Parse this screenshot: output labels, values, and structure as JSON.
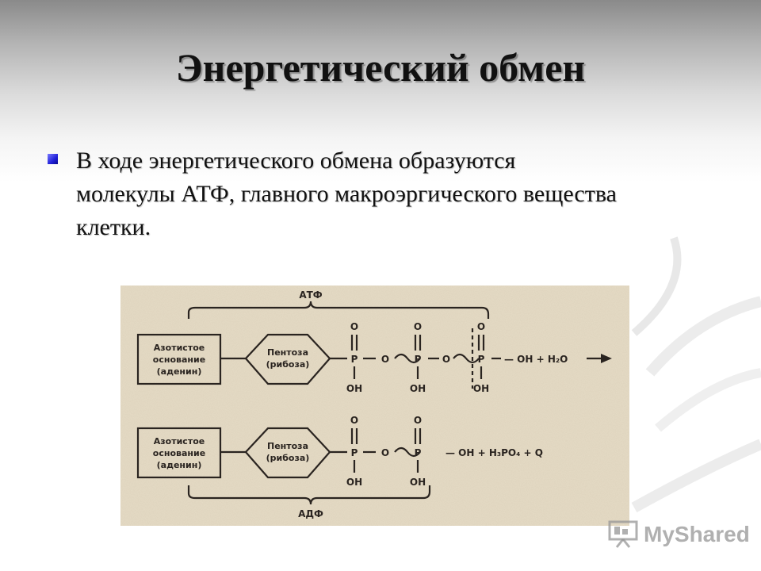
{
  "slide": {
    "title": "Энергетический обмен",
    "bullet": "В ходе энергетического обмена образуются молекулы АТФ, главного макроэргического вещества клетки."
  },
  "diagram": {
    "atp_label": "АТФ",
    "adp_label": "АДФ",
    "row1": {
      "base": [
        "Азотистое",
        "основание",
        "(аденин)"
      ],
      "sugar": [
        "Пентоза",
        "(рибоза)"
      ],
      "p1": "P",
      "p2": "P",
      "p3": "P",
      "o": "O",
      "oh": "OH",
      "bridge_o": "O",
      "bond_symbol": "~",
      "tail": "— OH + H₂O"
    },
    "row2": {
      "base": [
        "Азотистое",
        "основание",
        "(аденин)"
      ],
      "sugar": [
        "Пентоза",
        "(рибоза)"
      ],
      "p1": "P",
      "p2": "P",
      "o": "O",
      "oh": "OH",
      "bridge_o": "O",
      "bond_symbol": "~",
      "tail": "— OH + H₃PO₄ + Q"
    }
  },
  "watermark": {
    "text": "MyShared",
    "icon": "projector-screen-icon"
  },
  "colors": {
    "bullet": "#2020d8",
    "paper": "#e6dcc6",
    "ink": "#2a2420"
  }
}
